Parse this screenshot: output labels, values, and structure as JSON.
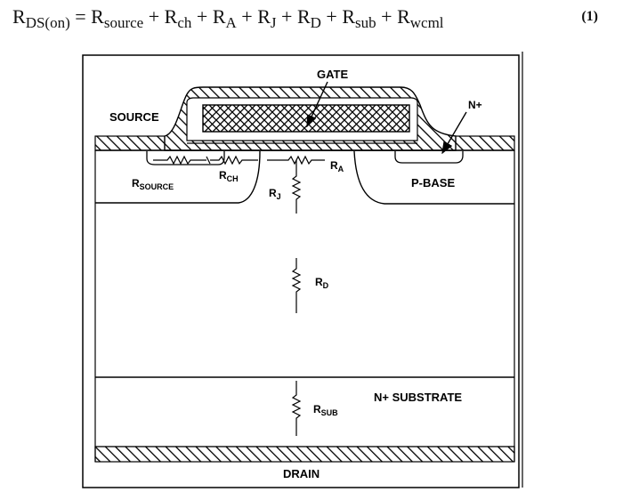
{
  "equation": {
    "lhs_main": "R",
    "lhs_sub": "DS(on)",
    "terms": [
      {
        "main": "R",
        "sub": "source"
      },
      {
        "main": "R",
        "sub": "ch"
      },
      {
        "main": "R",
        "sub": "A"
      },
      {
        "main": "R",
        "sub": "J"
      },
      {
        "main": "R",
        "sub": "D"
      },
      {
        "main": "R",
        "sub": "sub"
      },
      {
        "main": "R",
        "sub": "wcml"
      }
    ],
    "number": "(1)"
  },
  "diagram": {
    "labels": {
      "gate": "GATE",
      "source": "SOURCE",
      "n_plus": "N+",
      "p_base": "P-BASE",
      "n_substrate": "N+ SUBSTRATE",
      "drain": "DRAIN"
    },
    "resistors": {
      "r_source": {
        "main": "R",
        "sub": "SOURCE"
      },
      "r_ch": {
        "main": "R",
        "sub": "CH"
      },
      "r_a": {
        "main": "R",
        "sub": "A"
      },
      "r_j": {
        "main": "R",
        "sub": "J"
      },
      "r_d": {
        "main": "R",
        "sub": "D"
      },
      "r_sub": {
        "main": "R",
        "sub": "SUB"
      }
    }
  }
}
